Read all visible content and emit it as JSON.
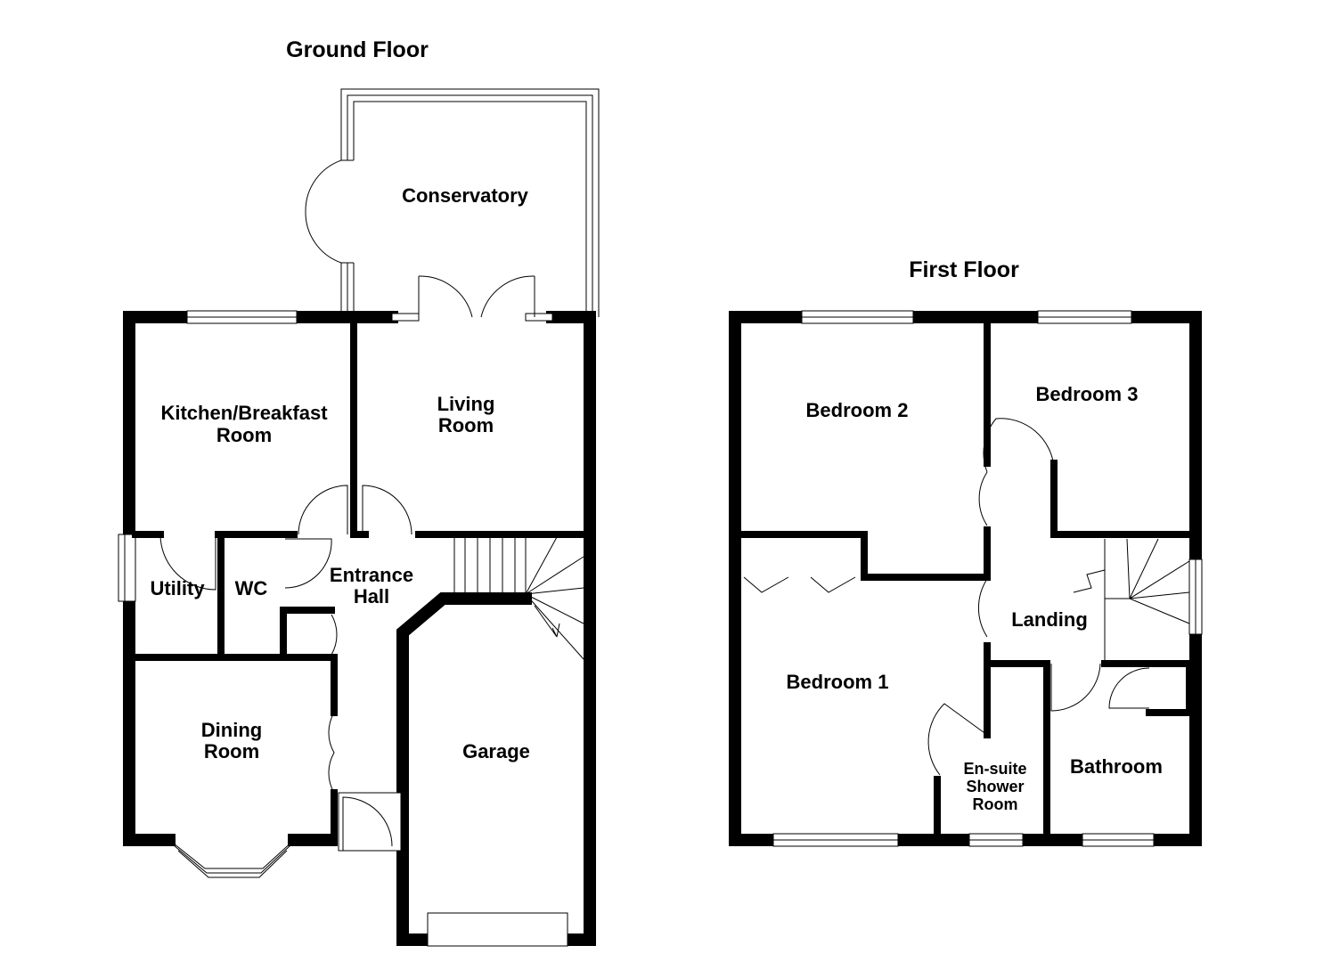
{
  "ground_floor": {
    "title": "Ground Floor",
    "rooms": {
      "conservatory": "Conservatory",
      "kitchen_line1": "Kitchen/Breakfast",
      "kitchen_line2": "Room",
      "living_line1": "Living",
      "living_line2": "Room",
      "utility": "Utility",
      "wc": "WC",
      "hall_line1": "Entrance",
      "hall_line2": "Hall",
      "dining_line1": "Dining",
      "dining_line2": "Room",
      "garage": "Garage"
    }
  },
  "first_floor": {
    "title": "First Floor",
    "rooms": {
      "bedroom2": "Bedroom 2",
      "bedroom3": "Bedroom 3",
      "landing": "Landing",
      "bedroom1": "Bedroom 1",
      "ensuite_line1": "En-suite",
      "ensuite_line2": "Shower",
      "ensuite_line3": "Room",
      "bathroom": "Bathroom"
    }
  }
}
